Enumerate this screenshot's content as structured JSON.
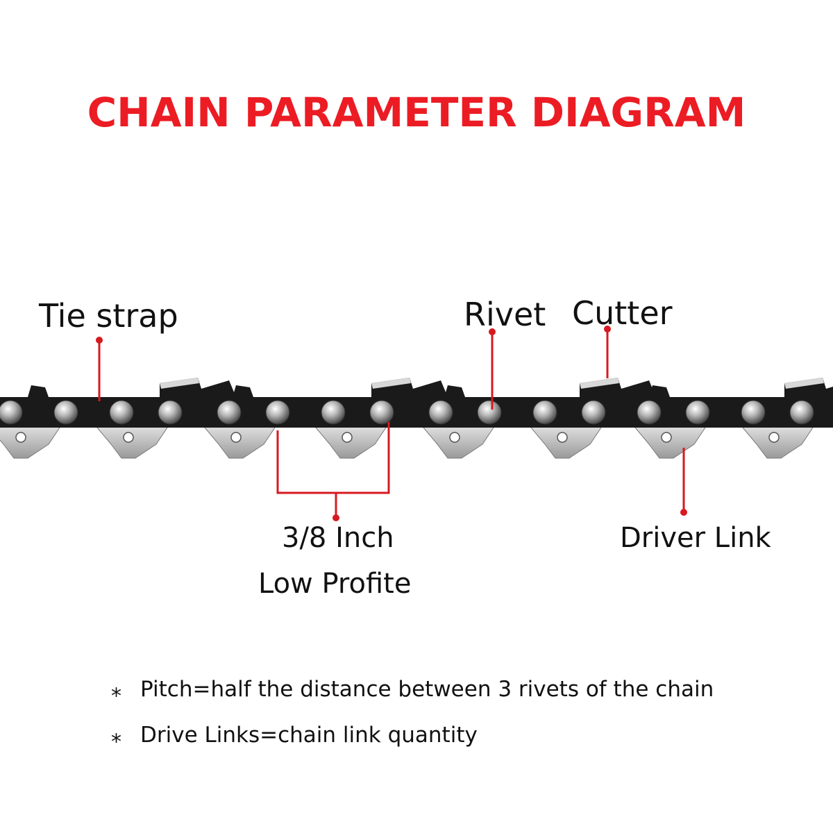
{
  "title": "CHAIN PARAMETER DIAGRAM",
  "colors": {
    "title": "#ec1c24",
    "pointer": "#d71920",
    "chain_dark": "#1a1a1a",
    "chain_steel": "#c9c9c9"
  },
  "labels": {
    "tie_strap": "Tie strap",
    "rivet": "Rivet",
    "cutter": "Cutter",
    "pitch_line1": "3/8 Inch",
    "pitch_line2": "Low Profite",
    "driver_link": "Driver Link"
  },
  "notes": [
    {
      "bullet": "⁎",
      "text": "Pitch=half the distance between 3 rivets of the chain"
    },
    {
      "bullet": "⁎",
      "text": "Drive Links=chain link quantity"
    }
  ]
}
